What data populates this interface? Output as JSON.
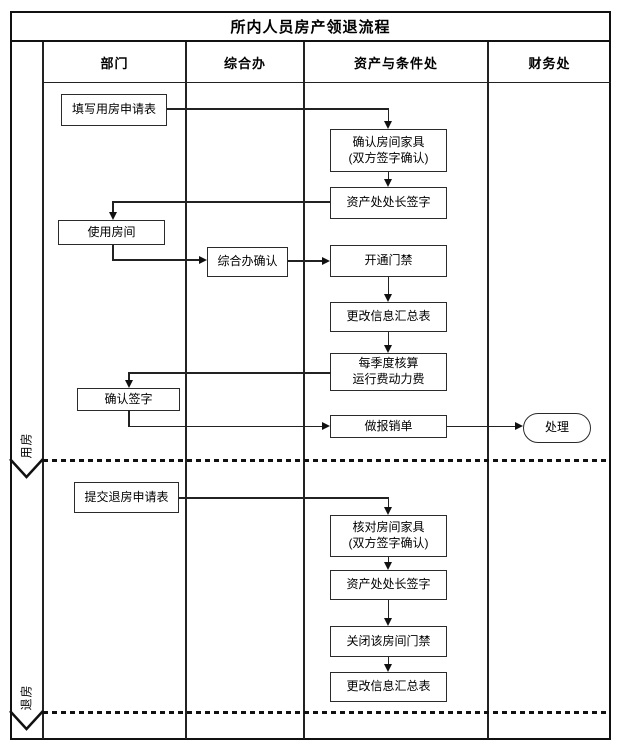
{
  "title": "所内人员房产领退流程",
  "lanes": {
    "dept": "部门",
    "office": "综合办",
    "assets": "资产与条件处",
    "finance": "财务处"
  },
  "phases": {
    "use": "用房",
    "return": "退房"
  },
  "nodes": {
    "fill_use_form": "填写用房申请表",
    "confirm_furniture": "确认房间家具\n(双方签字确认)",
    "asset_director_sign_use": "资产处处长签字",
    "use_room": "使用房间",
    "office_confirm": "综合办确认",
    "open_door_access": "开通门禁",
    "update_summary_use": "更改信息汇总表",
    "quarterly_fee_calc": "每季度核算\n运行费动力费",
    "confirm_sign": "确认签字",
    "make_reimbursement": "做报销单",
    "process": "处理",
    "submit_return_form": "提交退房申请表",
    "check_furniture": "核对房间家具\n(双方签字确认)",
    "asset_director_sign_return": "资产处处长签字",
    "close_door_access": "关闭该房间门禁",
    "update_summary_return": "更改信息汇总表"
  },
  "colors": {
    "line": "#1a1a1a",
    "background": "#ffffff",
    "text": "#000000"
  }
}
